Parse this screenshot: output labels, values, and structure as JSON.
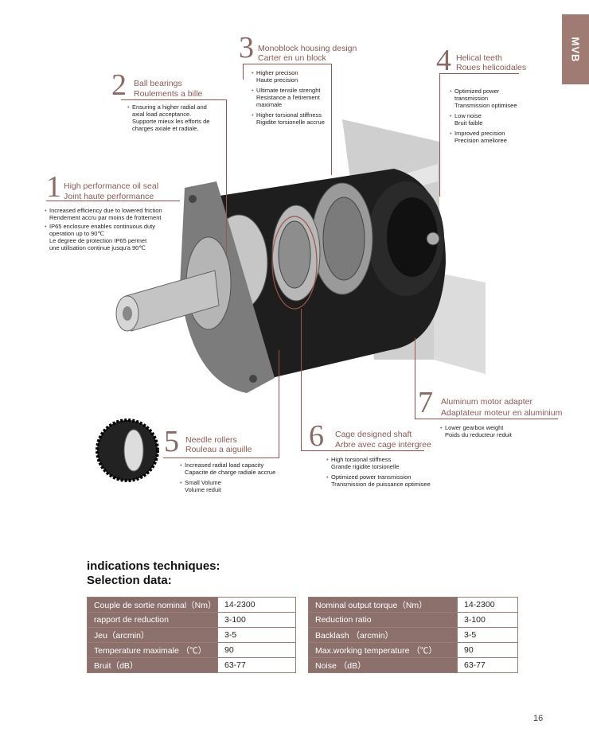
{
  "side_tab": "MVB",
  "callouts": [
    {
      "num": "1",
      "en": "High performance oil seal",
      "fr": "Joint haute performance",
      "bullets": [
        "Increased efficiency due to lowered friction\nRendement accru par moins de frottement",
        "IP65 enclosure enables continuous duty\noperation up to 90℃\nLe degree de protection IP65 permet\nune utilisation continue jusqu'a 90℃"
      ]
    },
    {
      "num": "2",
      "en": "Ball bearings",
      "fr": "Roulements a bille",
      "bullets": [
        "Ensuring a higher radial and\naxial load acceptance.\nSupporte mieux les efforts de\ncharges axiale et radiale."
      ]
    },
    {
      "num": "3",
      "en": "Monoblock housing design",
      "fr": "Carter en un block",
      "bullets": [
        "Higher precison\nHaute precision",
        "Ultimate tensile strenght\nResistance a l'etirement\nmaximale",
        "Higher torsional stiffness\nRigidite torsionelle accrue"
      ]
    },
    {
      "num": "4",
      "en": "Helical teeth",
      "fr": "Roues helicoidales",
      "bullets": [
        "Optimized power\ntransmission\nTransmission optimisee",
        "Low noise\nBruit faible",
        "Improved precision\nPrecision amelioree"
      ]
    },
    {
      "num": "5",
      "en": "Needle rollers",
      "fr": "Rouleau a aiguille",
      "bullets": [
        "Increased radial load capacity\nCapacite de charge radiale accrue",
        "Small Volume\nVolume reduit"
      ]
    },
    {
      "num": "6",
      "en": "Cage designed shaft",
      "fr": "Arbre avec cage intergree",
      "bullets": [
        "High torsional stiffness\nGrande rigidite torsionelle",
        "Optimized power transmission\nTransmission de puissance optimisee"
      ]
    },
    {
      "num": "7",
      "en": "Aluminum motor adapter",
      "fr": "Adaptateur moteur en aluminium",
      "bullets": [
        "Lower gearbox weight\nPoids du reducteur reduit"
      ]
    }
  ],
  "selection": {
    "heading_fr": "indications techniques:",
    "heading_en": "Selection data:"
  },
  "table_fr": [
    {
      "label": "Couple de sortie nominal（Nm）",
      "value": "14-2300"
    },
    {
      "label": "rapport de reduction",
      "value": "3-100"
    },
    {
      "label": "Jeu（arcmin）",
      "value": "3-5"
    },
    {
      "label": "Temperature maximale （℃）",
      "value": "90"
    },
    {
      "label": "Bruit（dB）",
      "value": "63-77"
    }
  ],
  "table_en": [
    {
      "label": "Nominal output torque（Nm）",
      "value": "14-2300"
    },
    {
      "label": "Reduction ratio",
      "value": "3-100"
    },
    {
      "label": "Backlash （arcmin）",
      "value": "3-5"
    },
    {
      "label": "Max.working temperature （℃）",
      "value": "90"
    },
    {
      "label": "Noise （dB）",
      "value": "63-77"
    }
  ],
  "page_number": "16"
}
